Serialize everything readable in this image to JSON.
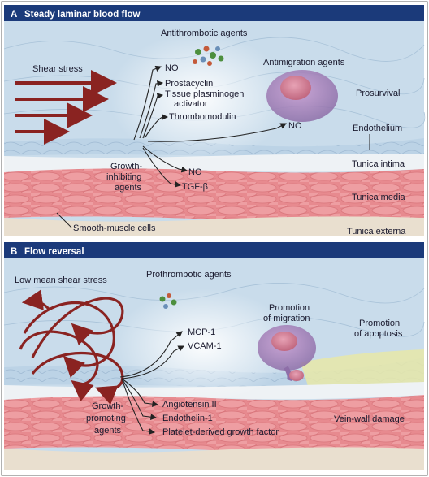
{
  "panel_a": {
    "letter": "A",
    "title": "Steady laminar blood flow",
    "labels": {
      "antithrombotic": "Antithrombotic agents",
      "shear_stress": "Shear stress",
      "no_top": "NO",
      "prostacyclin": "Prostacyclin",
      "tpa_1": "Tissue plasminogen",
      "tpa_2": "activator",
      "thrombomodulin": "Thrombomodulin",
      "antimigration": "Antimigration agents",
      "prosurvival": "Prosurvival",
      "no_right": "NO",
      "endothelium": "Endothelium",
      "tunica_intima": "Tunica intima",
      "growth_1": "Growth-",
      "growth_2": "inhibiting",
      "growth_3": "agents",
      "no_bottom": "NO",
      "tgf": "TGF-β",
      "tunica_media": "Tunica media",
      "smooth_muscle": "Smooth-muscle cells",
      "tunica_externa": "Tunica externa"
    }
  },
  "panel_b": {
    "letter": "B",
    "title": "Flow reversal",
    "labels": {
      "low_shear": "Low mean shear stress",
      "prothrombotic": "Prothrombotic agents",
      "promo_mig_1": "Promotion",
      "promo_mig_2": "of migration",
      "promo_apo_1": "Promotion",
      "promo_apo_2": "of apoptosis",
      "mcp": "MCP-1",
      "vcam": "VCAM-1",
      "growth_1": "Growth-",
      "growth_2": "promoting",
      "growth_3": "agents",
      "angiotensin": "Angiotensin II",
      "endothelin": "Endothelin-1",
      "pdgf": "Platelet-derived growth factor",
      "vein_wall": "Vein-wall damage"
    }
  },
  "colors": {
    "panel_header": "#1b3a7a",
    "lumen": "#c9dceb",
    "intima": "#e8eef3",
    "media": "#e78a8f",
    "externa": "#e9dfcf",
    "arrow": "#8a2321"
  }
}
